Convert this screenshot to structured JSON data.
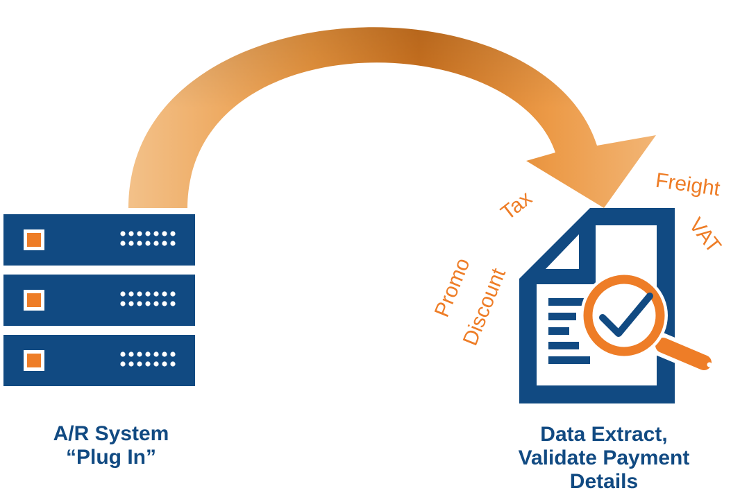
{
  "colors": {
    "navy": "#114a82",
    "orange": "#ee7d27",
    "arrow_light": "#f4c38a",
    "arrow_mid": "#ec9a45",
    "arrow_dark": "#c8701d",
    "white": "#ffffff"
  },
  "source": {
    "icon": "server-rack-icon",
    "unit_count": 3,
    "caption_line1": "A/R System",
    "caption_line2": "“Plug In”"
  },
  "target": {
    "icon": "document-magnifier-check-icon",
    "caption_line1": "Data Extract,",
    "caption_line2": "Validate Payment",
    "caption_line3": "Details"
  },
  "connector": {
    "icon": "curved-arrow-icon"
  },
  "tags": {
    "freight": "Freight",
    "tax": "Tax",
    "vat": "VAT",
    "promo": "Promo",
    "discount": "Discount"
  }
}
